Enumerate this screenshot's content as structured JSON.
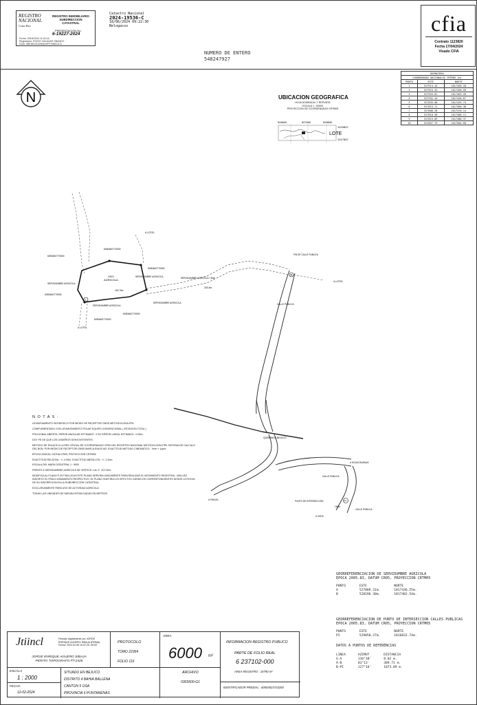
{
  "header": {
    "registro": {
      "logo_line1": "REGISTRO",
      "logo_line2": "NACIONAL",
      "logo_line3": "Costa Rica",
      "side_line1": "REGISTRO INMOBILIARIO",
      "side_line2": "SUBDIRECCION",
      "side_line3": "CATASTRAL",
      "number_label": "PRESENTACION No.",
      "number": "6-19227-2024",
      "small1": "Fecha:       25/04/2024 11:02:16",
      "small2": "Registrador: ROSSY SALAZAR OBANDO",
      "small3": "SAID: 5BE85C0DD9B4A9FF7686C3C0"
    },
    "catastro": {
      "line1": "Catastro Nacional",
      "number": "2024-19536-C",
      "date": "18/06/2024 09:22:30",
      "place": "Belogasso"
    },
    "entero": {
      "label": "NUMERO DE ENTERO",
      "value": "548247927"
    },
    "cfia": {
      "logo": "cfia",
      "contrato": "Contrato 1123820",
      "fecha": "Fecha 17/04/2024",
      "visado": "Visado CFIA"
    }
  },
  "coord_table": {
    "title1": "DERROTERO",
    "title2": "COORDENADAS NACIONALES CRTM05 (m)",
    "headers": [
      "PUNTO",
      "ESTE",
      "NORTE"
    ],
    "rows": [
      [
        "1",
        "527914.44",
        "1017450.28"
      ],
      [
        "2",
        "527915.43",
        "1017450.59"
      ],
      [
        "3",
        "527925.62",
        "1017463.26"
      ],
      [
        "4",
        "527932.44",
        "1017440.67"
      ],
      [
        "5",
        "527835.08",
        "1017435.74"
      ],
      [
        "6",
        "527815.71",
        "1017460.36"
      ],
      [
        "7",
        "527806.28",
        "1017470.14"
      ],
      [
        "8",
        "527810.58",
        "1017486.11"
      ],
      [
        "9",
        "527815.89",
        "1017488.37"
      ],
      [
        "10",
        "527857.79",
        "1017504.60"
      ]
    ]
  },
  "ubicacion": {
    "title": "UBICACION GEOGRAFICA",
    "sub1": "HOJA DOMINICAL Y REPUNTA",
    "sub2": "ESCALA 1 : 50000",
    "sub3": "PROYECCION DE COORDENADAS CRTM05",
    "x1": "526840",
    "x2": "527840",
    "x3": "528840",
    "y1": "1019822",
    "y2": "1017822",
    "lote": "LOTE"
  },
  "plan": {
    "north": "N",
    "finca_a": "6050460770000",
    "finca_b": "6050460770000",
    "finca_c": "6050460770000",
    "finca_d": "6050460770000",
    "finca_e": "6050460770000",
    "finca_f": "6050460770000",
    "uso": "USO",
    "agricola": "AGRICOLA",
    "a_lote_top": "A LOTE1",
    "a_lote_bottom": "A LOTE1",
    "a_lote_right": "A LOTE1",
    "serv_1": "SERVIDUMBRE AGRICOLA",
    "serv_2": "SERVIDUMBRE AGRICOLA",
    "serv_3": "SERVIDUMBRE AGRICOLA",
    "serv_4": "SERVIDUMBRE AGRICOLA 7,50m",
    "serv_5": "SERVIDUMBRE AGRICOLA",
    "dist_203": "203.4m",
    "dist_seg": "163.75m",
    "fin_calle": "FIN DE CALLE PUBLICA",
    "calle_publica": "CALLE PUBLICA",
    "calle_publica_2": "CALLE PUBLICA",
    "calle_publica_3": "CALLE PUBLICA",
    "quebrada": "QUEBRADA BEJUCO",
    "a_hojas": "A HOJAS BUENAS",
    "a_finca": "A FINCAS",
    "a_vista": "A VISTA",
    "punto_inter": "PUNTO DE INTERSECCION",
    "pi": "PI",
    "dist_154": "154m",
    "v_a": "A",
    "v_b": "B",
    "v_1": "1",
    "v_2": "2",
    "v_3": "3"
  },
  "notes": {
    "title": "N O T A S :",
    "items": [
      "LEVANTAMIENTO GEODESICO POR MEDIO DE RECEPTOR GNSS METODOLOGIA RTK.",
      "COMPLEMENTADO CON LEVANTAMIENTO POLAR EQUIPO CONVENCIONAL ( ESTACION TOTAL )",
      "POLIGONAL ABIERTA. ERROR ANGULAR ESTIMADO : 0°02' ERROR LINEAL ESTIMADO : 0.05m.",
      "DOY FE DE QUE LOS LINDEROS SON EXISTENTES.",
      "METODO DE ENLACE A LA RED OFICIAL DE COORDENADAS CR05 DEL REGISTRO NACIONAL METODOLOGIA PPK SISTEMA DE CALCULO DEL BGN. POR MEDIO DE RECEPTOR GNSS MARCA EMLID M2. EXACTITUD METODO CINEMATICO : 7mm + 1ppm",
      "EPOCA 2005.83, DATUM CR05, PROYECCION CRTM05",
      "EXACTITUD RELATIVA : +/- 0.05m. EXACTITUD ABSOLUTA : +/- 0.10m.",
      "ESCALA DEL MAPA CATASTRAL 1 : 5000",
      "FRENTE A SERVIDUMBRE AGRICOLA DE VERTICE 1 AL 9 : 207.92m.",
      "MODIFICA AL PLANO P-2077604-2018 ESTE PLANO SERVIRA UNICAMENTE PARA REALIZAR EL MOVIMIENTO REGISTRAL. UNA VEZ INSCRITO EL FRACCIONAMIENTO RESPECTIVO, EL PLANO SURTIRA LOS EFECTOS JURIDICOS CORRESPONDIENTES DESDE LA FECHA DE SU INSCRIPCION EN LA SUBDIRECCION CATASTRAL.",
      "EXCLUSIVAMENTE PARA USO DE ACTIVIDAD AGRICOLA",
      "TODAS LAS UNIDADES DE MEDIDA ESTAN DADAS EN METROS."
    ]
  },
  "georef_serv": {
    "title1": "GEORREFERENCIACION DE SERVIDUMBRE AGRICOLA",
    "title2": "EPOCA 2005.83, DATUM CR05, PROYECCION CRTM05",
    "headers": [
      "PUNTO",
      "ESTE",
      "NORTE"
    ],
    "rows": [
      [
        "A",
        "527809.31m.",
        "1017436.55m."
      ],
      [
        "B",
        "528196.30m.",
        "1017402.54m."
      ]
    ]
  },
  "georef_pi": {
    "title1": "GEORREFERENCIACION DE PUNTO DE INTERSECCION CALLES PUBLICAS",
    "title2": "EPOCA 2005.83, DATUM CR05, PROYECCION CRTM05",
    "headers": [
      "PUNTO",
      "ESTE",
      "NORTE"
    ],
    "rows": [
      [
        "PI",
        "529050.27m.",
        "1016832.74m."
      ]
    ],
    "ref_title": "DATOS A PUNTOS DE REFERENCIAS",
    "ref_headers": [
      "LINEA",
      "AZIMUT",
      "DISTANCIA"
    ],
    "ref_rows": [
      [
        "G-A",
        "136°30'",
        "8.02 m."
      ],
      [
        "A-B",
        "83°13'",
        "389.71 m."
      ],
      [
        "B-PI",
        "127°16'",
        "1073.09 m."
      ]
    ]
  },
  "bottom": {
    "signature": "Jtiincl",
    "sign_note1": "Firmado digitalmente por JORGE",
    "sign_note2": "ENRIQUE AGUERO SIBAJA (FIRMA)",
    "sign_note3": "Fecha: 2024.04.08 10:07:25 -06'00'",
    "surveyor": "JORGE ENRIQUE AGUERO SIBAJA",
    "surveyor_title": "PERITO TOPOGRAFO PT-2426",
    "protocolo_label": "PROTOCOLO",
    "tomo": "TOMO 22364",
    "folio": "FOLIO 116",
    "area_label": "AREA",
    "area_value": "6000",
    "area_unit": "m²",
    "info_label": "INFORMACION REGISTRO PUBLICO",
    "parte_label": "PARTE DE FOLIO REAL",
    "folio_real": "6 237102-000",
    "area_registro": "AREA REGISTRO : 16790 m²",
    "escala_label": "ESCALA",
    "escala_value": "1 : 2000",
    "fecha_label": "FECHA",
    "fecha_value": "12-02-2024",
    "situado": "SITUADO EN BEJUCO",
    "distrito": "DISTRITO 4 BAHIA BALLENA",
    "canton": "CANTON 5 OSA",
    "provincia": "PROVINCIA 6 PUNTARENAS",
    "archivo_label": "ARCHIVO",
    "archivo_value": "0303500-G1",
    "predial": "IDENTIFICADOR PREDIAL : 60504023710200"
  }
}
